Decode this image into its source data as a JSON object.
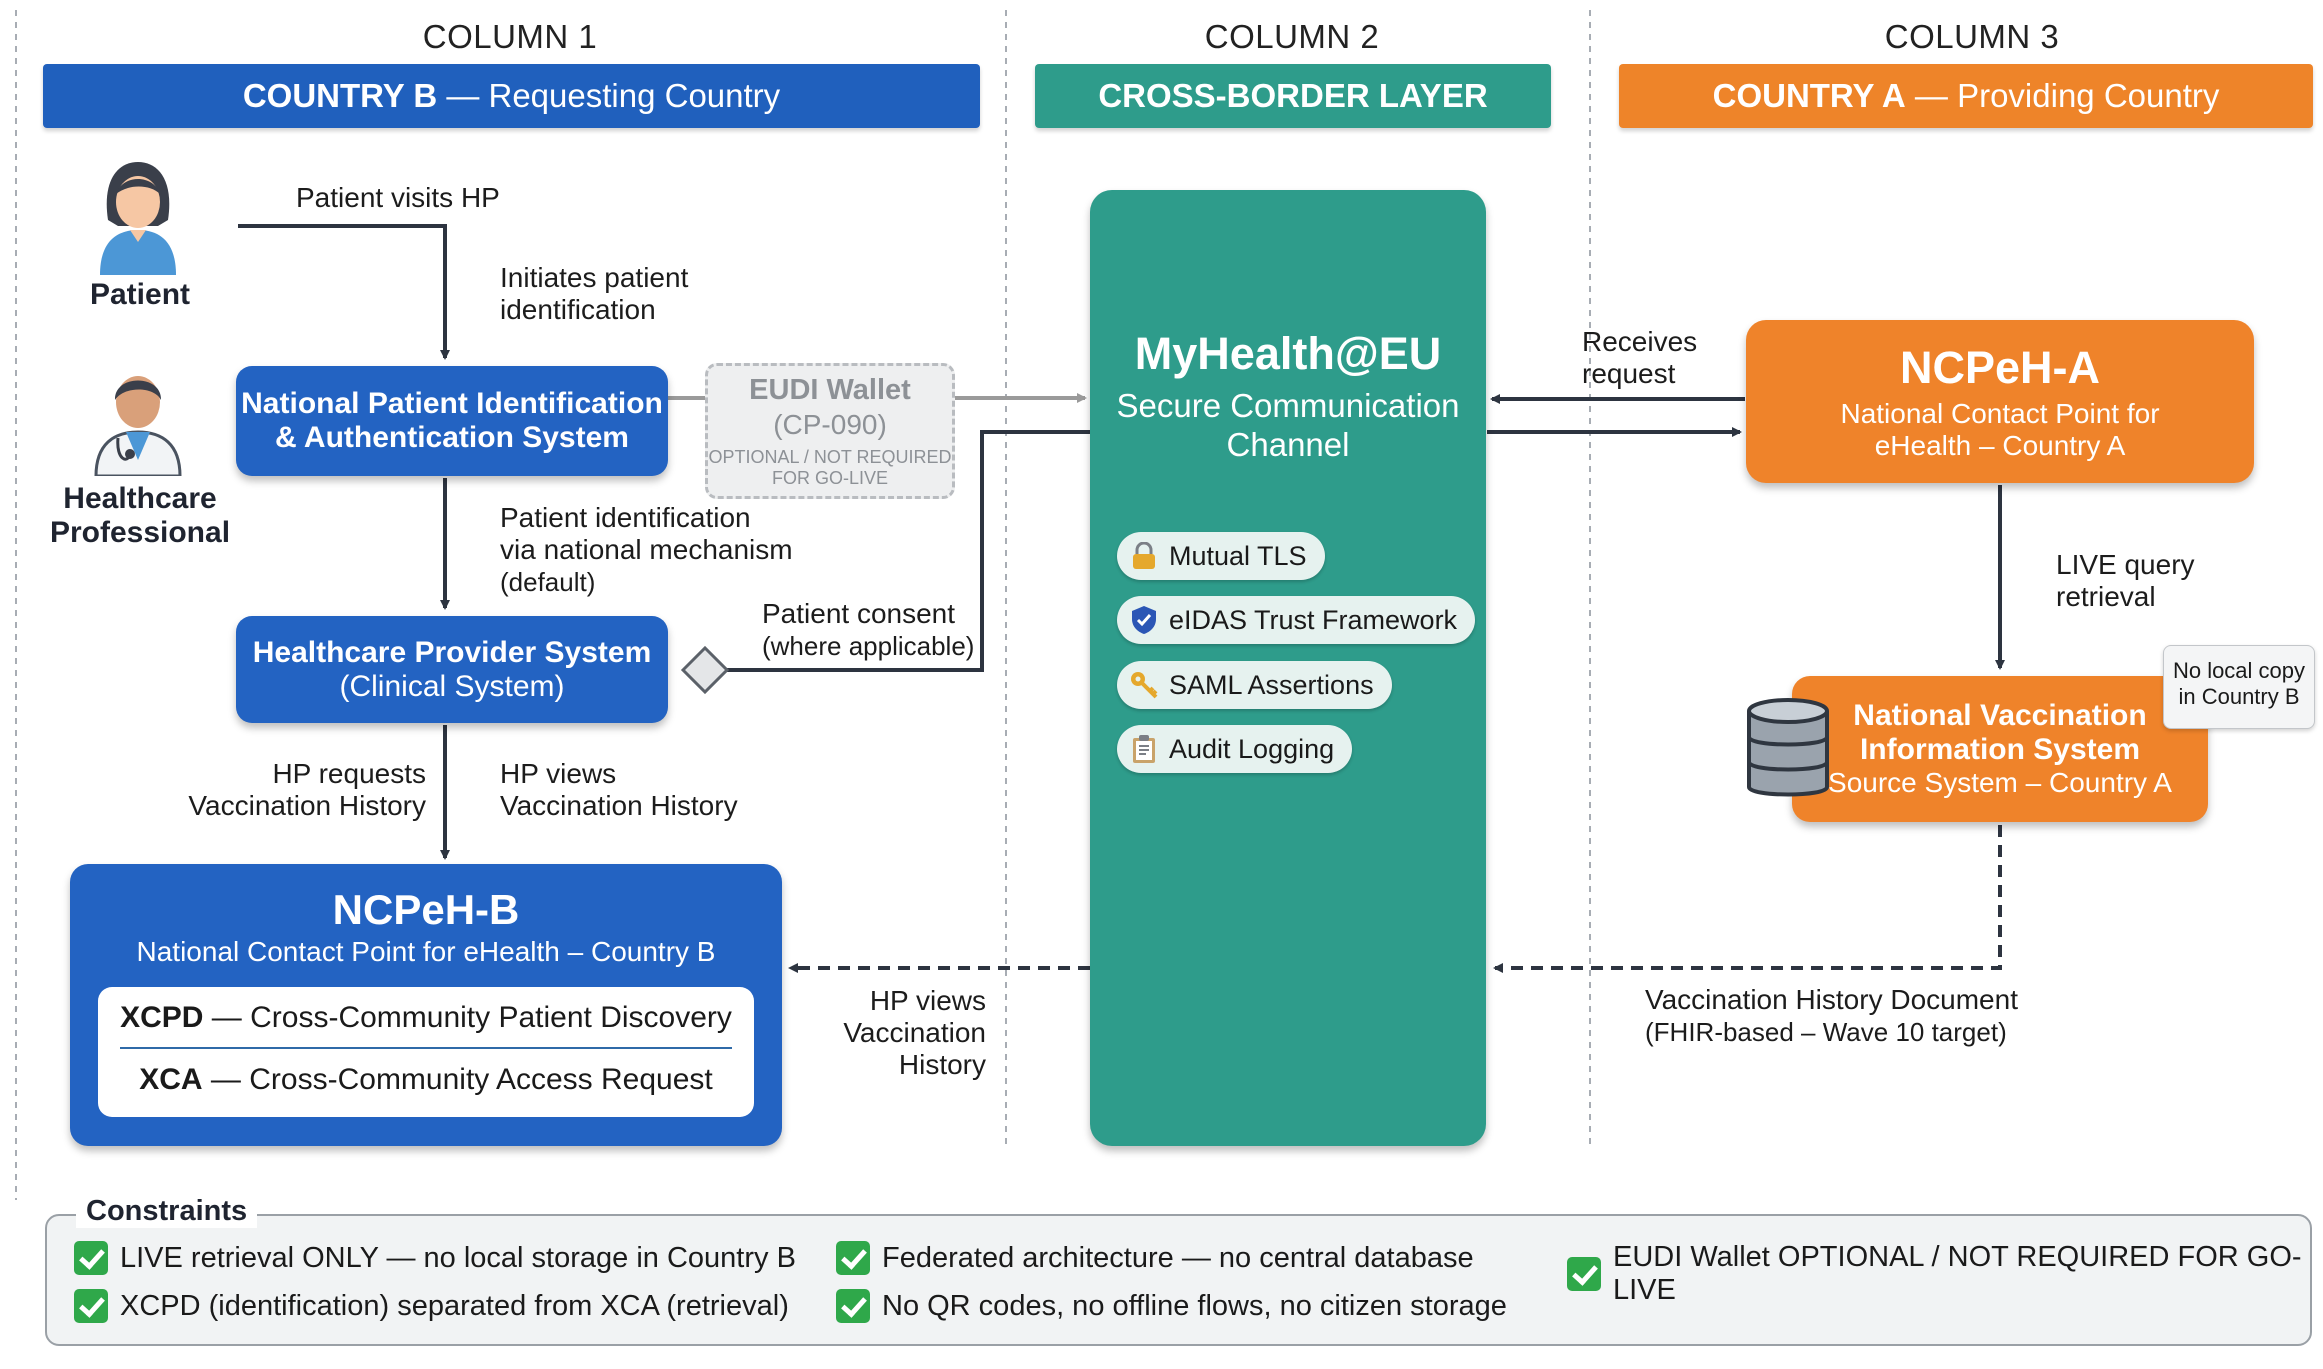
{
  "columns": {
    "c1": {
      "heading": "COLUMN 1",
      "banner_strong": "COUNTRY B",
      "banner_rest": " — Requesting Country"
    },
    "c2": {
      "heading": "COLUMN 2",
      "banner": "CROSS-BORDER LAYER"
    },
    "c3": {
      "heading": "COLUMN 3",
      "banner_strong": "COUNTRY A",
      "banner_rest": " — Providing Country"
    }
  },
  "actors": {
    "patient": "Patient",
    "hp_line1": "Healthcare",
    "hp_line2": "Professional"
  },
  "nodes": {
    "npias": {
      "line1": "National Patient Identification",
      "line2": "& Authentication System"
    },
    "eudi": {
      "title": "EUDI Wallet",
      "code": "(CP-090)",
      "note1": "OPTIONAL / NOT REQUIRED",
      "note2": "FOR GO-LIVE"
    },
    "hps": {
      "line1": "Healthcare Provider System",
      "line2": "(Clinical System)"
    },
    "ncpeh_b": {
      "title": "NCPeH-B",
      "subtitle": "National Contact Point for eHealth – Country B",
      "xcpd_strong": "XCPD",
      "xcpd_rest": " — Cross-Community Patient Discovery",
      "xca_strong": "XCA",
      "xca_rest": " — Cross-Community Access Request"
    },
    "myhealth": {
      "title": "MyHealth@EU",
      "sub1": "Secure Communication",
      "sub2": "Channel",
      "pills": [
        {
          "label": "Mutual TLS",
          "icon": "lock-icon"
        },
        {
          "label": "eIDAS Trust Framework",
          "icon": "shield-icon"
        },
        {
          "label": "SAML Assertions",
          "icon": "key-icon"
        },
        {
          "label": "Audit Logging",
          "icon": "clipboard-icon"
        }
      ]
    },
    "ncpeh_a": {
      "title": "NCPeH-A",
      "sub1": "National Contact Point for",
      "sub2": "eHealth – Country A"
    },
    "nvis": {
      "line1": "National Vaccination",
      "line2": "Information System",
      "line3": "Source System – Country A",
      "callout1": "No local copy",
      "callout2": "in Country B"
    }
  },
  "labels": {
    "visits": "Patient visits HP",
    "initiates1": "Initiates patient",
    "initiates2": "identification",
    "ident1": "Patient identification",
    "ident2": "via national mechanism",
    "ident3": "(default)",
    "consent1": "Patient consent",
    "consent2": "(where applicable)",
    "hp_req1": "HP requests",
    "hp_req2": "Vaccination History",
    "hp_views1": "HP views",
    "hp_views2": "Vaccination History",
    "hp_views_b1": "HP views",
    "hp_views_b2": "Vaccination",
    "hp_views_b3": "History",
    "receives1": "Receives",
    "receives2": "request",
    "live1": "LIVE query",
    "live2": "retrieval",
    "doc1": "Vaccination History Document",
    "doc2": "(FHIR-based – Wave 10 target)"
  },
  "constraints": {
    "title": "Constraints",
    "items": [
      "LIVE retrieval ONLY — no local storage in Country B",
      "XCPD (identification) separated from XCA (retrieval)",
      "Federated architecture — no central database",
      "No QR codes, no offline flows, no citizen storage",
      "EUDI Wallet OPTIONAL / NOT REQUIRED FOR GO-LIVE"
    ]
  },
  "colors": {
    "country_b": "#2060bd",
    "cross_border": "#2e9c8b",
    "country_a": "#ee8429",
    "check": "#2fa84a"
  }
}
